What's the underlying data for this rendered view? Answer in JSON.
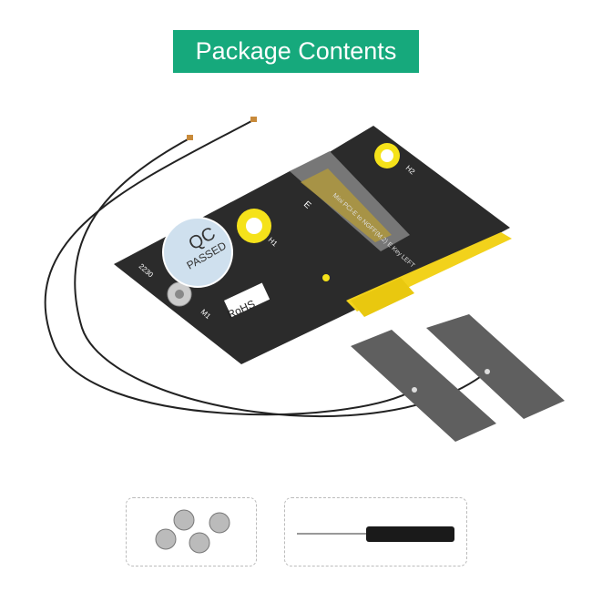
{
  "header": {
    "title": "Package Contents"
  },
  "board": {
    "label_main": "Mini PCI-E to NGFF(M.2) E Key LEFT",
    "key_letter": "E",
    "hole_h1": "H1",
    "hole_h2": "H2",
    "hole_m1": "M1",
    "size_2230": "2230",
    "qc_top": "QC",
    "qc_bottom": "PASSED",
    "rohs": "RoHS"
  },
  "colors": {
    "title_bg": "#16a97c",
    "board": "#2b2b2b",
    "gold": "#f2d21b"
  },
  "accessories": [
    {
      "name": "screws",
      "count": 4
    },
    {
      "name": "screwdriver"
    }
  ]
}
